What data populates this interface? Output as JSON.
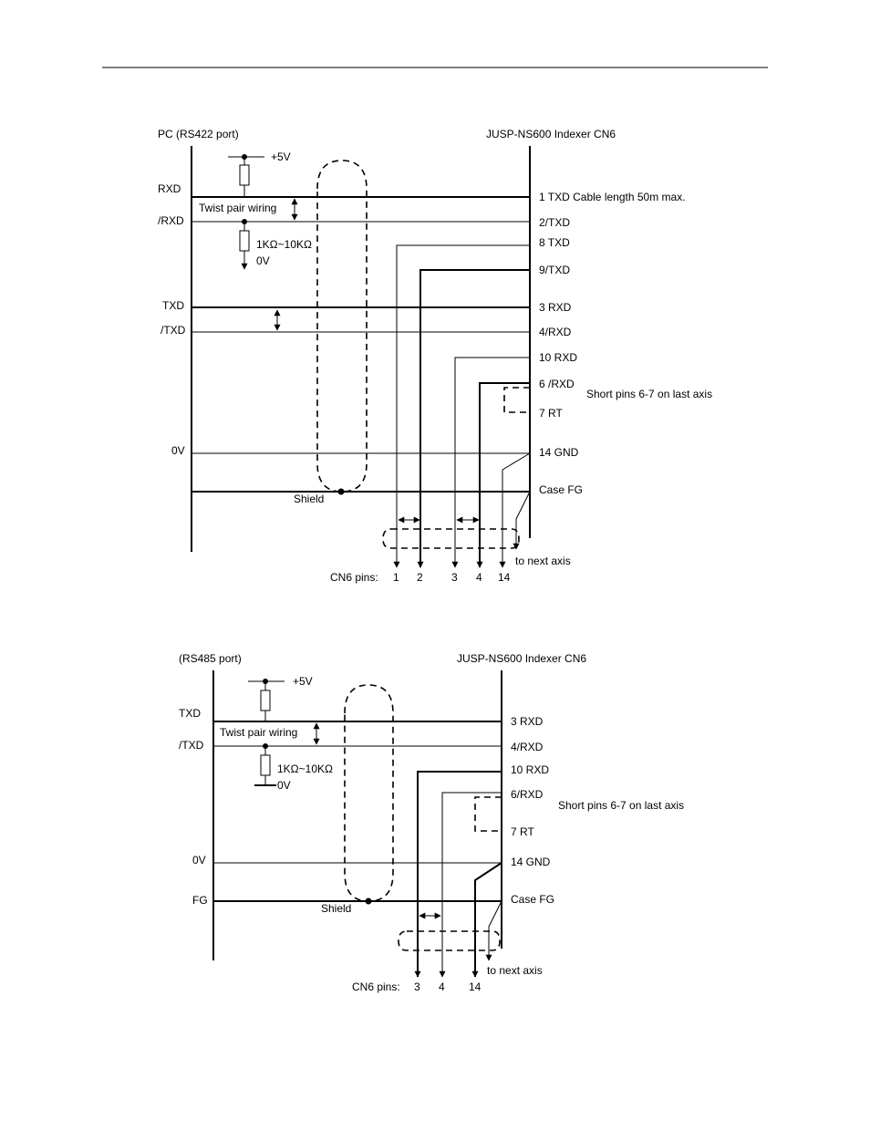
{
  "rs422": {
    "left_title": "PC (RS422 port)",
    "right_title": "JUSP-NS600 Indexer CN6",
    "plus5v": "+5V",
    "rxd": "RXD",
    "nrxd": "/RXD",
    "twist": "Twist pair wiring",
    "resistor": "1KΩ~10KΩ",
    "zerov_ref": "0V",
    "txd": "TXD",
    "ntxd": "/TXD",
    "zerov": "0V",
    "shield": "Shield",
    "pins": {
      "p1": "1 TXD Cable length 50m max.",
      "p2": "2/TXD",
      "p8": "8 TXD",
      "p9": "9/TXD",
      "p3": "3 RXD",
      "p4": "4/RXD",
      "p10": "10 RXD",
      "p6": "6 /RXD",
      "p7": "7 RT",
      "p14": "14 GND",
      "case": "Case FG"
    },
    "short_note": "Short pins 6-7 on last axis",
    "next_axis": "to next axis",
    "cn6_label": "CN6 pins:",
    "cn6": [
      "1",
      "2",
      "3",
      "4",
      "14"
    ]
  },
  "rs485": {
    "left_title": "(RS485 port)",
    "right_title": "JUSP-NS600 Indexer CN6",
    "plus5v": "+5V",
    "txd": "TXD",
    "ntxd": "/TXD",
    "twist": "Twist pair wiring",
    "resistor": "1KΩ~10KΩ",
    "zerov_ref": "0V",
    "zerov": "0V",
    "fg": "FG",
    "shield": "Shield",
    "pins": {
      "p3": "3 RXD",
      "p4": "4/RXD",
      "p10": "10 RXD",
      "p6": "6/RXD",
      "p7": "7 RT",
      "p14": "14 GND",
      "case": "Case FG"
    },
    "short_note": "Short pins 6-7 on last axis",
    "next_axis": "to next axis",
    "cn6_label": "CN6 pins:",
    "cn6": [
      "3",
      "4",
      "14"
    ]
  }
}
